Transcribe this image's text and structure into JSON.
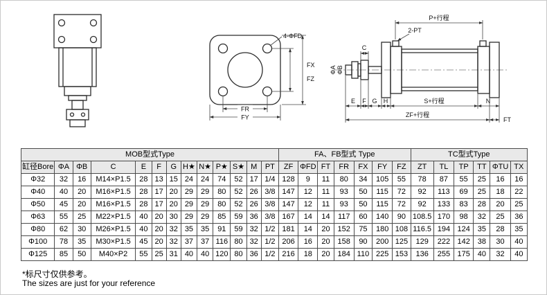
{
  "drawings": {
    "flange_view": {
      "labels": {
        "holes": "4-ΦFD",
        "fx": "FX",
        "fz": "FZ",
        "fr": "FR",
        "fy": "FY"
      }
    },
    "side_view": {
      "labels": {
        "p_stroke": "P+行程",
        "pt": "2-PT",
        "phi_a": "ΦA",
        "phi_b": "ΦB",
        "c": "C",
        "e": "E",
        "f": "F",
        "g": "G",
        "h": "H",
        "s_stroke": "S+行程",
        "n": "N",
        "zf_stroke": "ZF+行程",
        "ft": "FT"
      }
    }
  },
  "table": {
    "groups": [
      {
        "label": "MOB型式Type",
        "span": 13
      },
      {
        "label": "FA、FB型式 Type",
        "span": 7
      },
      {
        "label": "TC型式Type",
        "span": 6
      }
    ],
    "columns": [
      "缸径Bore",
      "ΦA",
      "ΦB",
      "C",
      "E",
      "F",
      "G",
      "H★",
      "N★",
      "P★",
      "S★",
      "M",
      "PT",
      "ZF",
      "ΦFD",
      "FT",
      "FR",
      "FX",
      "FY",
      "FZ",
      "ZT",
      "TL",
      "TP",
      "TT",
      "ΦTU",
      "TX"
    ],
    "rows": [
      [
        "Φ32",
        "32",
        "16",
        "M14×P1.5",
        "28",
        "13",
        "15",
        "24",
        "24",
        "74",
        "52",
        "17",
        "1/4",
        "128",
        "9",
        "11",
        "80",
        "34",
        "105",
        "55",
        "78",
        "87",
        "55",
        "25",
        "16",
        "16"
      ],
      [
        "Φ40",
        "40",
        "20",
        "M16×P1.5",
        "28",
        "17",
        "20",
        "29",
        "29",
        "80",
        "52",
        "26",
        "3/8",
        "147",
        "12",
        "11",
        "93",
        "50",
        "115",
        "72",
        "92",
        "113",
        "69",
        "25",
        "18",
        "22"
      ],
      [
        "Φ50",
        "45",
        "20",
        "M16×P1.5",
        "28",
        "17",
        "20",
        "29",
        "29",
        "80",
        "52",
        "26",
        "3/8",
        "147",
        "12",
        "11",
        "93",
        "50",
        "115",
        "72",
        "92",
        "133",
        "83",
        "28",
        "20",
        "25"
      ],
      [
        "Φ63",
        "55",
        "25",
        "M22×P1.5",
        "40",
        "20",
        "30",
        "29",
        "29",
        "85",
        "59",
        "36",
        "3/8",
        "167",
        "14",
        "14",
        "117",
        "60",
        "140",
        "90",
        "108.5",
        "170",
        "98",
        "32",
        "25",
        "36"
      ],
      [
        "Φ80",
        "62",
        "30",
        "M26×P1.5",
        "40",
        "20",
        "32",
        "35",
        "35",
        "91",
        "59",
        "32",
        "1/2",
        "181",
        "14",
        "20",
        "152",
        "75",
        "180",
        "108",
        "116.5",
        "194",
        "124",
        "35",
        "28",
        "35"
      ],
      [
        "Φ100",
        "78",
        "35",
        "M30×P1.5",
        "45",
        "20",
        "32",
        "37",
        "37",
        "116",
        "80",
        "32",
        "1/2",
        "206",
        "16",
        "20",
        "158",
        "90",
        "200",
        "125",
        "129",
        "222",
        "142",
        "38",
        "30",
        "40"
      ],
      [
        "Φ125",
        "85",
        "50",
        "M40×P2",
        "55",
        "25",
        "31",
        "40",
        "40",
        "120",
        "80",
        "36",
        "1/2",
        "216",
        "18",
        "20",
        "184",
        "110",
        "225",
        "153",
        "136",
        "255",
        "175",
        "40",
        "32",
        "40"
      ]
    ]
  },
  "notes": {
    "cn": "*标尺寸仅供参考。",
    "en": "The sizes are just for your reference"
  }
}
